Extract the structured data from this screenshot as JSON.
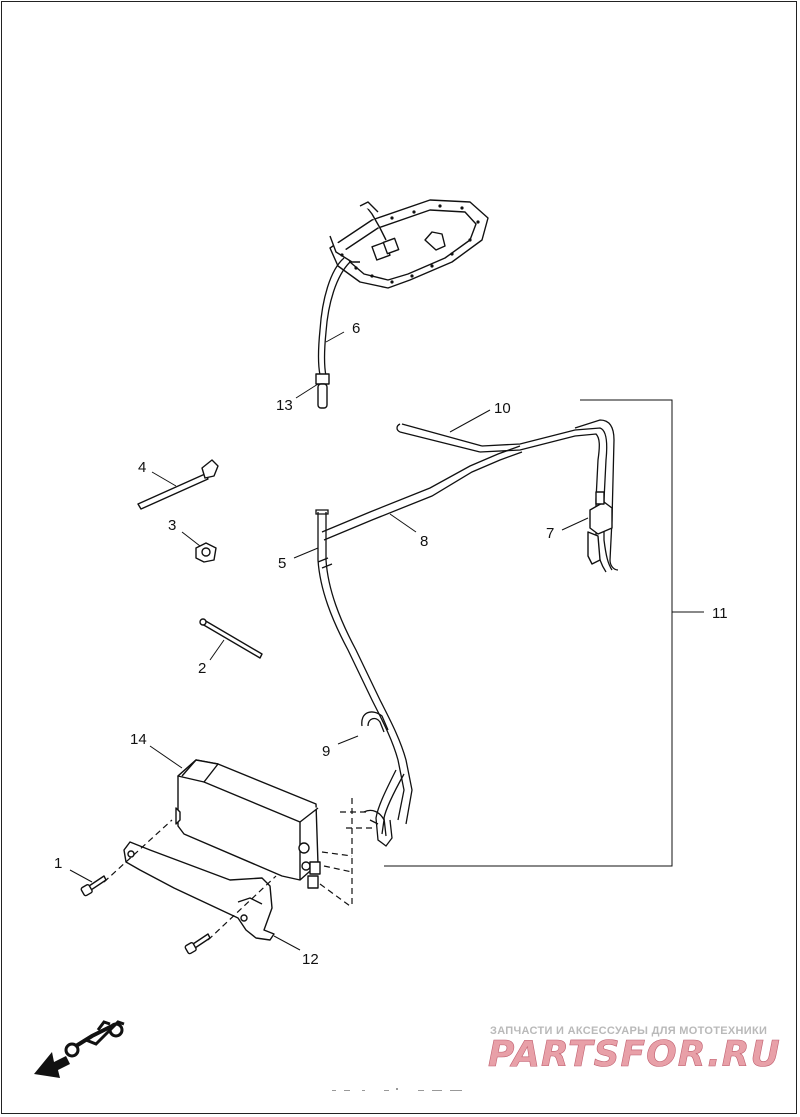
{
  "diagram": {
    "callouts": [
      {
        "id": "1",
        "text": "1"
      },
      {
        "id": "2",
        "text": "2"
      },
      {
        "id": "3",
        "text": "3"
      },
      {
        "id": "4",
        "text": "4"
      },
      {
        "id": "5",
        "text": "5"
      },
      {
        "id": "6",
        "text": "6"
      },
      {
        "id": "7",
        "text": "7"
      },
      {
        "id": "8",
        "text": "8"
      },
      {
        "id": "9",
        "text": "9"
      },
      {
        "id": "10",
        "text": "10"
      },
      {
        "id": "11",
        "text": "11"
      },
      {
        "id": "12",
        "text": "12"
      },
      {
        "id": "13",
        "text": "13"
      },
      {
        "id": "14",
        "text": "14"
      }
    ]
  },
  "watermark": {
    "tagline": "ЗАПЧАСТИ И АКСЕССУАРЫ ДЛЯ МОТОТЕХНИКИ",
    "brand": "PARTSFOR.RU",
    "color": "#e8a0a8"
  },
  "direction_icon": "motorcycle-front-arrow-icon"
}
